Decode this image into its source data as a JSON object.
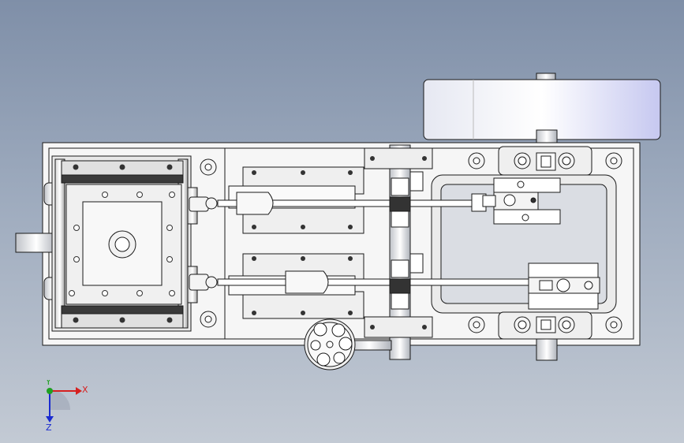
{
  "view": {
    "background_top": "#7f8fa8",
    "background_bottom": "#c3cad4",
    "model_fill": "#f4f4f4",
    "model_edge": "#1a1a1a"
  },
  "triad": {
    "x_label": "X",
    "y_label": "Y",
    "z_label": "Z",
    "x_color": "#d62020",
    "y_color": "#20a020",
    "z_color": "#1a2bd0"
  }
}
